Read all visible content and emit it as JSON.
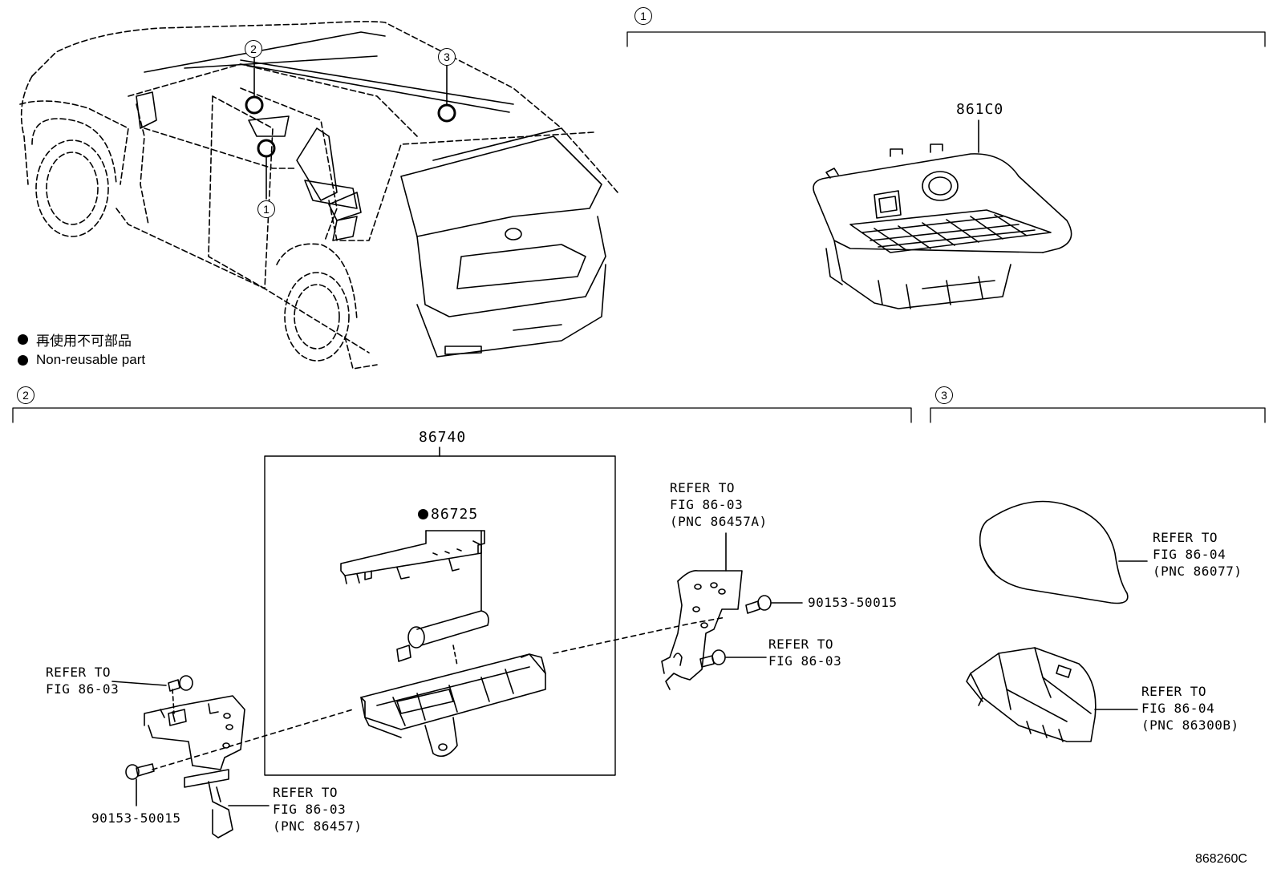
{
  "legend": {
    "jp": "再使用不可部品",
    "en": "Non-reusable part"
  },
  "callouts": [
    "1",
    "2",
    "3"
  ],
  "parts": {
    "p861c0": "861C0",
    "p86740": "86740",
    "p86725": "86725",
    "bolt_right": "90153-50015",
    "bolt_left": "90153-50015"
  },
  "refs": {
    "left_top": [
      "REFER TO",
      "FIG 86-03"
    ],
    "left_bottom": [
      "REFER TO",
      "FIG 86-03",
      "(PNC 86457)"
    ],
    "mid_top": [
      "REFER TO",
      "FIG 86-03",
      "(PNC 86457A)"
    ],
    "mid_bolt": [
      "REFER TO",
      "FIG 86-03"
    ],
    "right_top": [
      "REFER TO",
      "FIG 86-04",
      "(PNC 86077)"
    ],
    "right_bottom": [
      "REFER TO",
      "FIG 86-04",
      "(PNC 86300B)"
    ]
  },
  "illustration_code": "868260C"
}
